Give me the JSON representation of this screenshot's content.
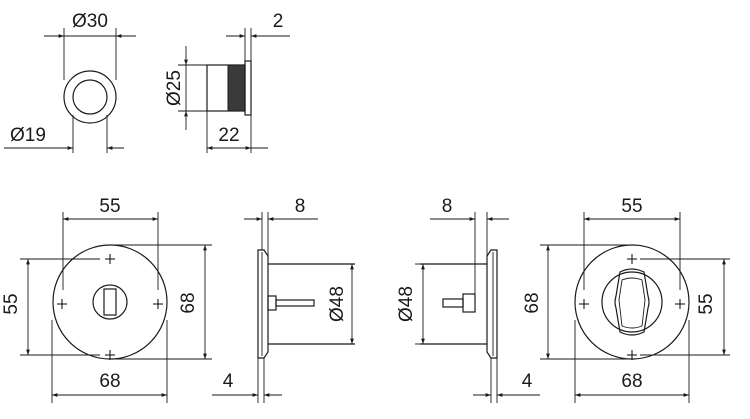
{
  "dimensions": {
    "cylinder_face_diameter": "Ø30",
    "cylinder_inner_diameter": "Ø19",
    "cylinder_flange_thickness": "2",
    "cylinder_body_diameter": "Ø25",
    "cylinder_length": "22",
    "left_rose_hole_spacing": "55",
    "left_rose_vertical_spacing": "55",
    "left_rose_height": "68",
    "left_rose_width": "68",
    "left_side_spindle_offset": "8",
    "left_side_inner_diameter": "Ø48",
    "left_side_thickness": "4",
    "right_side_spindle_offset": "8",
    "right_side_inner_diameter": "Ø48",
    "right_side_thickness": "4",
    "right_rose_hole_spacing": "55",
    "right_rose_height": "68",
    "right_rose_vertical_spacing": "55",
    "right_rose_width": "68"
  }
}
